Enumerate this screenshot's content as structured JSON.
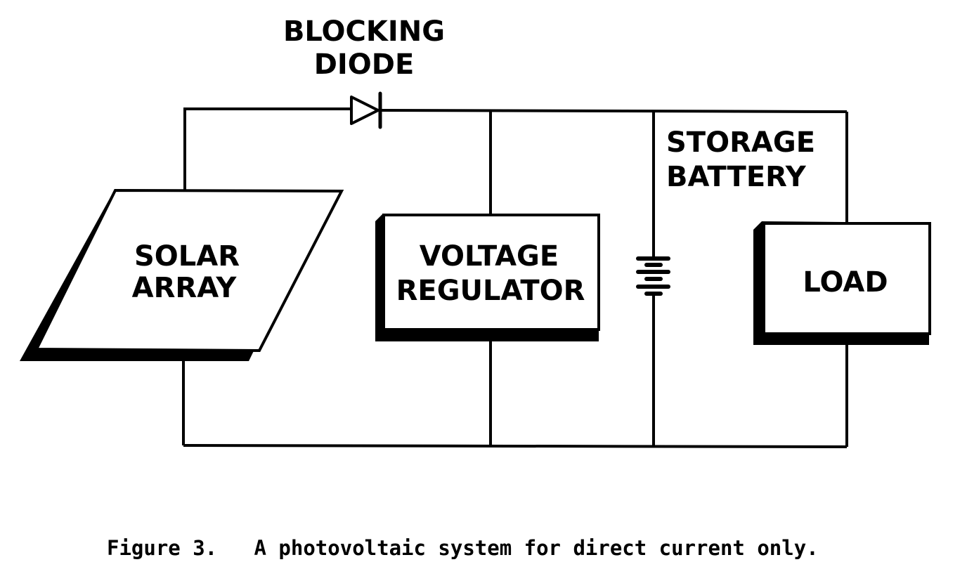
{
  "diagram": {
    "title": "Photovoltaic system for direct current only",
    "components": {
      "blocking_diode": {
        "label_line1": "BLOCKING",
        "label_line2": "DIODE",
        "icon": "diode-symbol"
      },
      "solar_array": {
        "label_line1": "SOLAR",
        "label_line2": "ARRAY",
        "shape": "parallelogram"
      },
      "voltage_regulator": {
        "label_line1": "VOLTAGE",
        "label_line2": "REGULATOR",
        "shape": "box"
      },
      "storage_battery": {
        "label_line1": "STORAGE",
        "label_line2": "BATTERY",
        "icon": "battery-symbol"
      },
      "load": {
        "label": "LOAD",
        "shape": "box"
      }
    },
    "connections": [
      [
        "solar_array",
        "blocking_diode"
      ],
      [
        "blocking_diode",
        "voltage_regulator"
      ],
      [
        "voltage_regulator",
        "storage_battery"
      ],
      [
        "storage_battery",
        "load"
      ]
    ],
    "caption": "Figure 3.   A photovoltaic system for direct current only."
  }
}
